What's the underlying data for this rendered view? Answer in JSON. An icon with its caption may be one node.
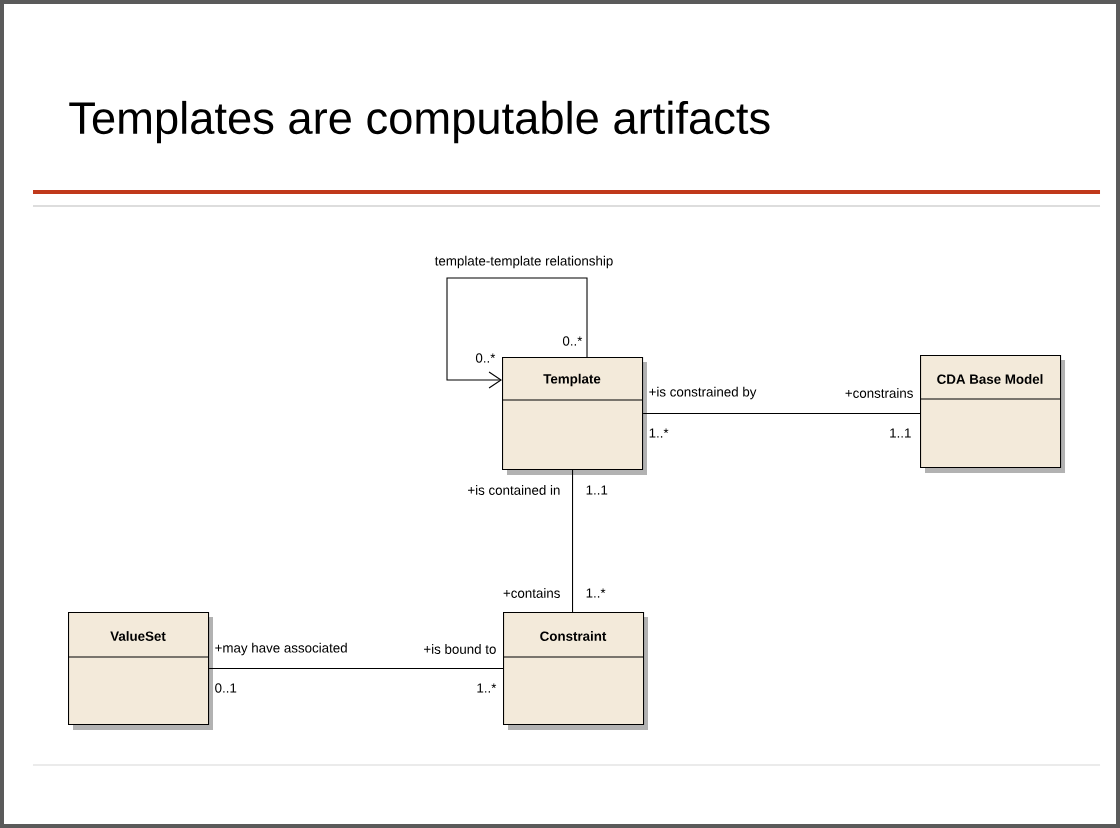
{
  "diagram": {
    "title": "Templates are computable artifacts",
    "nodes": [
      {
        "text": [
          "Template"
        ]
      },
      {
        "text": [
          "CDA Base Model"
        ]
      },
      {
        "text": [
          "ValueSet"
        ]
      },
      {
        "text": [
          "Constraint"
        ]
      }
    ],
    "edges": [
      {
        "from": 0,
        "to": 0,
        "arrow": "to",
        "label": "template-template relationship"
      },
      {
        "from": 0,
        "to": 1,
        "arrow": "none"
      },
      {
        "from": 0,
        "to": 3,
        "arrow": "none"
      },
      {
        "from": 2,
        "to": 3,
        "arrow": "none"
      }
    ],
    "labels": [
      "0..*",
      "0..*",
      "+is constrained by",
      "+constrains",
      "1..*",
      "1..1",
      "+is contained in",
      "1..1",
      "+contains",
      "1..*",
      "+may have associated",
      "+is bound to",
      "0..1",
      "1..*"
    ]
  }
}
